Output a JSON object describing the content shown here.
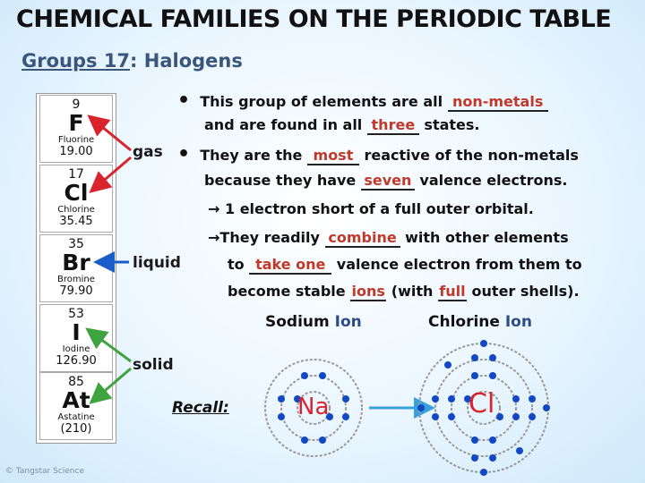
{
  "title": "CHEMICAL FAMILIES ON THE PERIODIC TABLE",
  "subtitle_group": "Groups 17",
  "subtitle_rest": ": Halogens",
  "elements": [
    {
      "number": "9",
      "symbol": "F",
      "name": "Fluorine",
      "mass": "19.00"
    },
    {
      "number": "17",
      "symbol": "Cl",
      "name": "Chlorine",
      "mass": "35.45"
    },
    {
      "number": "35",
      "symbol": "Br",
      "name": "Bromine",
      "mass": "79.90"
    },
    {
      "number": "53",
      "symbol": "I",
      "name": "Iodine",
      "mass": "126.90"
    },
    {
      "number": "85",
      "symbol": "At",
      "name": "Astatine",
      "mass": "(210)"
    }
  ],
  "states": {
    "gas": "gas",
    "liquid": "liquid",
    "solid": "solid"
  },
  "bullet1": {
    "a": "This group of elements are all ",
    "blank1": "non-metals",
    "b": "and are found in all ",
    "blank2": "three",
    "c": " states."
  },
  "bullet2": {
    "a": "They are the ",
    "blank1": "most",
    "b": " reactive of the non-metals",
    "c": "because they have ",
    "blank2": "seven",
    "d": " valence electrons.",
    "e": "1 electron short of a full outer orbital.",
    "f": "They readily ",
    "blank3": "combine",
    "g": " with other elements",
    "h": "to ",
    "blank4": "take one",
    "i": " valence electron from them to",
    "j": "become stable ",
    "blank5": "ions",
    "k": " (with ",
    "blank6": "full",
    "l": " outer shells)."
  },
  "ions": {
    "sodium_a": "Sodium",
    "sodium_b": " Ion",
    "chlorine_a": "Chlorine",
    "chlorine_b": " Ion",
    "na_symbol": "Na",
    "cl_symbol": "Cl"
  },
  "recall": "Recall:",
  "copyright": "© Tangstar Science",
  "colors": {
    "arrow_red": "#d9232d",
    "arrow_blue": "#1a5cc8",
    "arrow_green": "#3fa33f",
    "electron": "#1348c4",
    "shell": "#999999",
    "nucleus_red": "#d9232d",
    "blank_text": "#c0392b"
  }
}
